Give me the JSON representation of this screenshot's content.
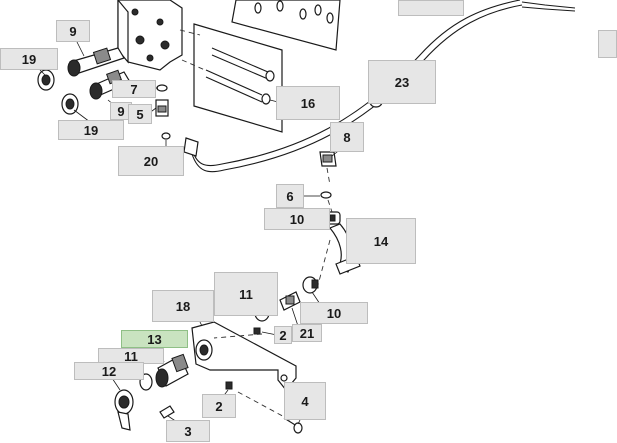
{
  "callouts": [
    {
      "id": "c9a",
      "label": "9",
      "highlighted": false
    },
    {
      "id": "c19a",
      "label": "19",
      "highlighted": false
    },
    {
      "id": "c7",
      "label": "7",
      "highlighted": false
    },
    {
      "id": "c9b",
      "label": "9",
      "highlighted": false
    },
    {
      "id": "c5",
      "label": "5",
      "highlighted": false
    },
    {
      "id": "c19b",
      "label": "19",
      "highlighted": false
    },
    {
      "id": "c16",
      "label": "16",
      "highlighted": false
    },
    {
      "id": "c23",
      "label": "23",
      "highlighted": false
    },
    {
      "id": "c8",
      "label": "8",
      "highlighted": false
    },
    {
      "id": "c20",
      "label": "20",
      "highlighted": false
    },
    {
      "id": "c6",
      "label": "6",
      "highlighted": false
    },
    {
      "id": "c10a",
      "label": "10",
      "highlighted": false
    },
    {
      "id": "c14",
      "label": "14",
      "highlighted": false
    },
    {
      "id": "c11a",
      "label": "11",
      "highlighted": false
    },
    {
      "id": "c18",
      "label": "18",
      "highlighted": false
    },
    {
      "id": "c10b",
      "label": "10",
      "highlighted": false
    },
    {
      "id": "c2a",
      "label": "2",
      "highlighted": false
    },
    {
      "id": "c21",
      "label": "21",
      "highlighted": false
    },
    {
      "id": "c13",
      "label": "13",
      "highlighted": true
    },
    {
      "id": "c11b",
      "label": "11",
      "highlighted": false
    },
    {
      "id": "c12",
      "label": "12",
      "highlighted": false
    },
    {
      "id": "c2b",
      "label": "2",
      "highlighted": false
    },
    {
      "id": "c4",
      "label": "4",
      "highlighted": false
    },
    {
      "id": "c3",
      "label": "3",
      "highlighted": false
    },
    {
      "id": "cTopA",
      "label": "",
      "highlighted": false
    },
    {
      "id": "cTopB",
      "label": "",
      "highlighted": false
    }
  ],
  "colors": {
    "callout_bg": "#e6e6e6",
    "callout_highlight_bg": "#c9e3c0",
    "line": "#1a1a1a"
  }
}
